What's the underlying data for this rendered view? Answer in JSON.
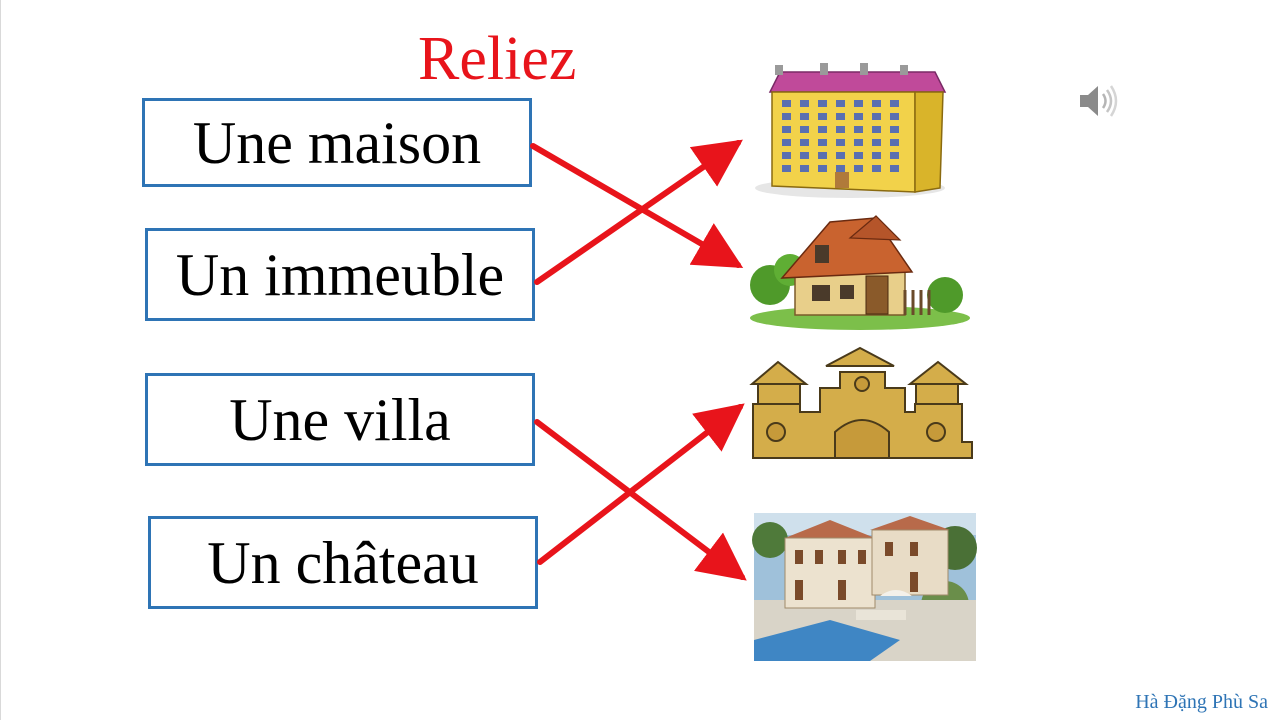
{
  "title": "Reliez",
  "words": [
    {
      "label": "Une maison"
    },
    {
      "label": "Un immeuble"
    },
    {
      "label": "Une villa"
    },
    {
      "label": "Un château"
    }
  ],
  "pictures": [
    {
      "icon": "apartment-building-icon"
    },
    {
      "icon": "cottage-house-icon"
    },
    {
      "icon": "castle-icon"
    },
    {
      "icon": "villa-photo-icon"
    }
  ],
  "speaker_icon": "speaker-icon",
  "footer": "Hà Đặng Phù Sa",
  "colors": {
    "title": "#e8141b",
    "arrows": "#e8141b",
    "box_border": "#2e74b5",
    "footer": "#2e74b5"
  }
}
